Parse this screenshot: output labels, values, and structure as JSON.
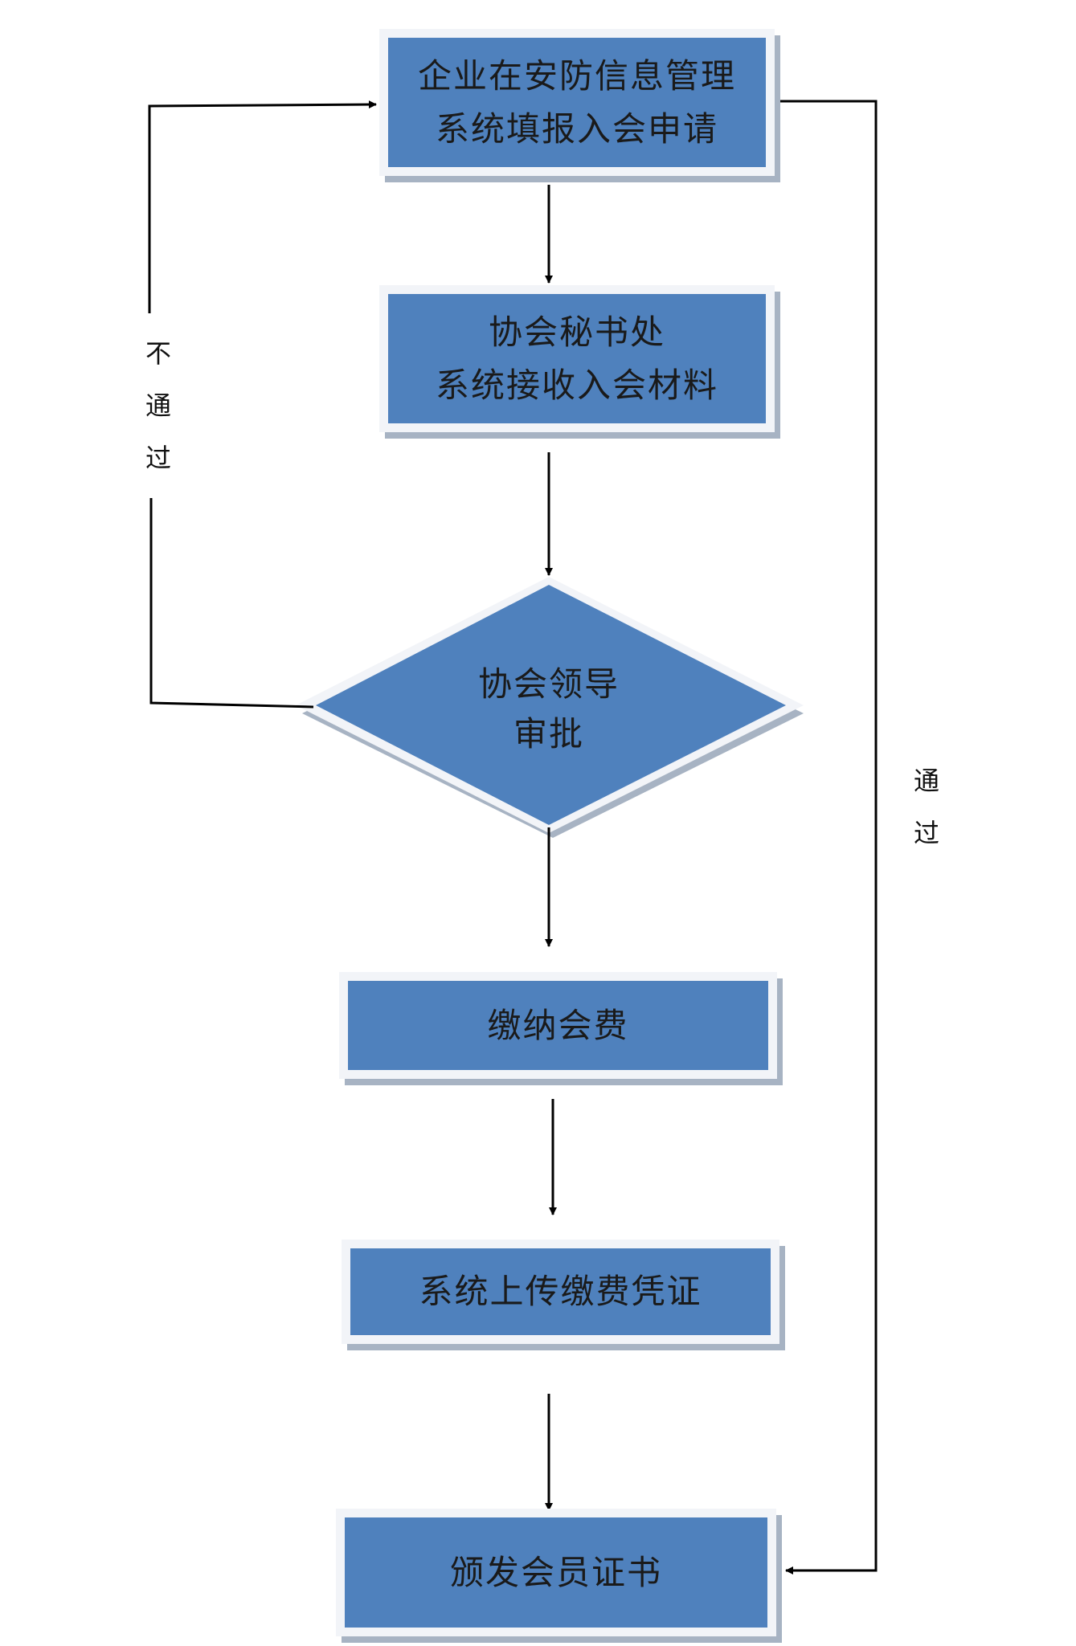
{
  "colors": {
    "box_fill": "#4f81bd",
    "box_frame": "#f2f4f8",
    "box_shadow": "#a7b3c3",
    "line": "#000000",
    "text": "#1a1a1a"
  },
  "nodes": {
    "step1": {
      "line1": "企业在安防信息管理",
      "line2": "系统填报入会申请"
    },
    "step2": {
      "line1": "协会秘书处",
      "line2": "系统接收入会材料"
    },
    "decision": {
      "line1": "协会领导",
      "line2": "审批"
    },
    "step3": {
      "label": "缴纳会费"
    },
    "step4": {
      "label": "系统上传缴费凭证"
    },
    "step5": {
      "label": "颁发会员证书"
    }
  },
  "edges": {
    "reject": {
      "chars": [
        "不",
        "通",
        "过"
      ]
    },
    "approve": {
      "chars": [
        "通",
        "过"
      ]
    }
  }
}
